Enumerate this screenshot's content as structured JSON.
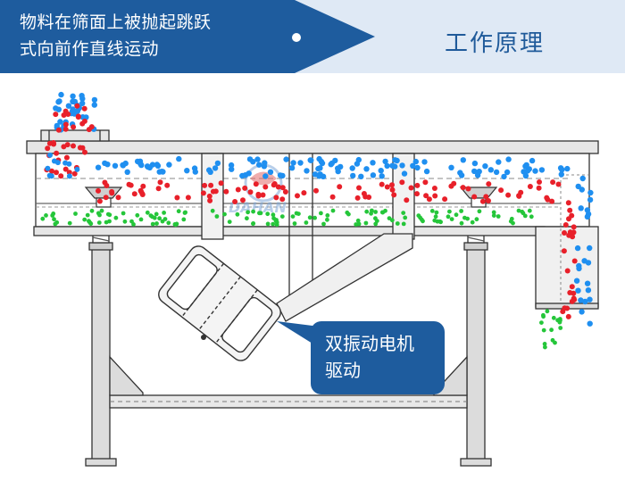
{
  "banner": {
    "description_line1": "物料在筛面上被抛起跳跃",
    "description_line2": "式向前作直线运动",
    "title": "工作原理"
  },
  "diagram": {
    "watermark": "DAHAN",
    "callout_line1": "双振动电机",
    "callout_line2": "驱动"
  },
  "colors": {
    "banner_blue": "#1e5c9e",
    "banner_light": "#dfe9f5",
    "title_text": "#1f5a9a",
    "particle_blue": "#1f8ff0",
    "particle_red": "#e8202a",
    "particle_green": "#25c63a",
    "frame_line": "#333333",
    "frame_fill": "#dcdcdc"
  }
}
